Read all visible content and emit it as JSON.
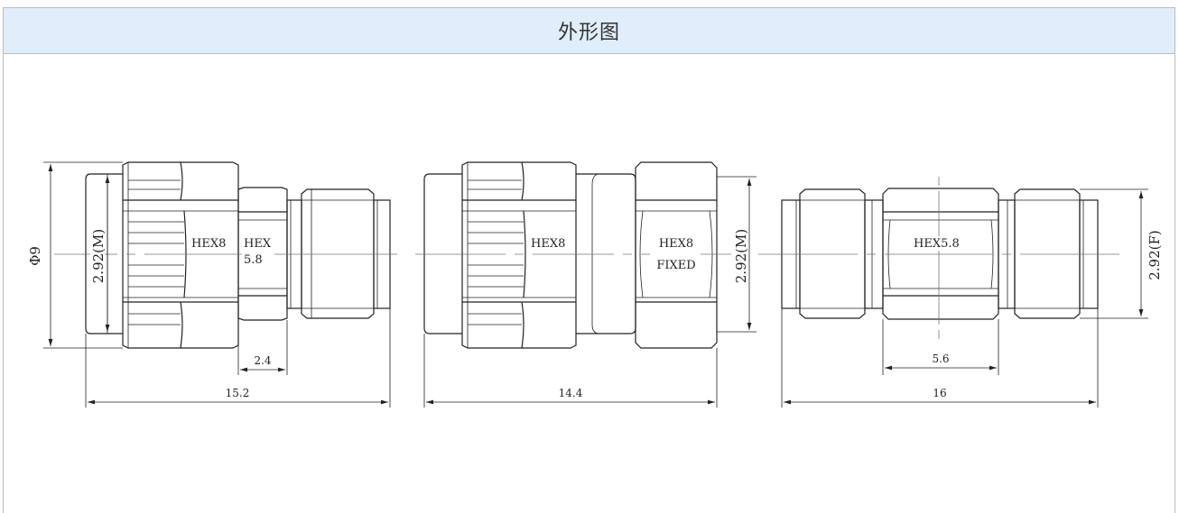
{
  "header": {
    "title": "外形图"
  },
  "adapters": [
    {
      "id": "left",
      "labels": {
        "hex_a": "HEX8",
        "hex_b_line1": "HEX",
        "hex_b_line2": "5.8"
      },
      "dims": {
        "overall": "15.2",
        "hex_width": "2.4",
        "outer_dia": "Φ9",
        "connector": "2.92(M)"
      }
    },
    {
      "id": "middle",
      "labels": {
        "hex_a": "HEX8",
        "hex_b_line1": "HEX8",
        "hex_b_line2": "FIXED"
      },
      "dims": {
        "overall": "14.4",
        "connector": "2.92(M)"
      }
    },
    {
      "id": "right",
      "labels": {
        "hex_a": "HEX5.8"
      },
      "dims": {
        "overall": "16",
        "hex_width": "5.6",
        "connector": "2.92(F)"
      }
    }
  ]
}
